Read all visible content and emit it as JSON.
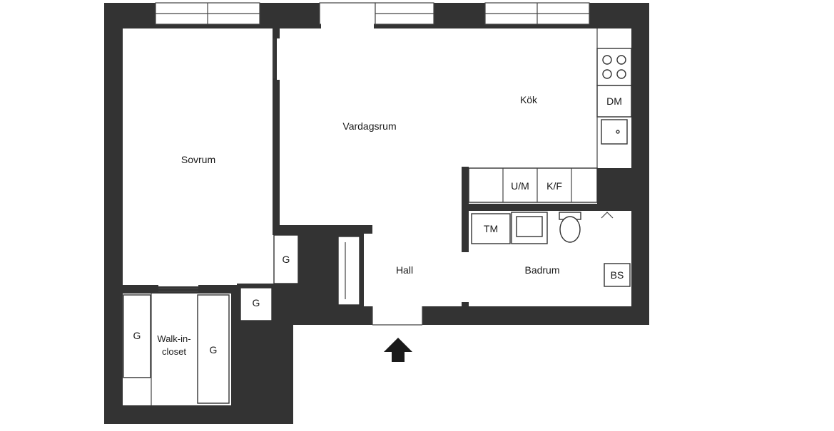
{
  "plan": {
    "rooms": {
      "sovrum": "Sovrum",
      "vardagsrum": "Vardagsrum",
      "kok": "Kök",
      "hall": "Hall",
      "badrum": "Badrum",
      "walkin_line1": "Walk-in-",
      "walkin_line2": "closet"
    },
    "fixtures": {
      "dm": "DM",
      "um": "U/M",
      "kf": "K/F",
      "tm": "TM",
      "bs": "BS",
      "g": "G"
    },
    "wall_color": "#333333",
    "entrance_icon": "entrance-arrow-icon"
  }
}
